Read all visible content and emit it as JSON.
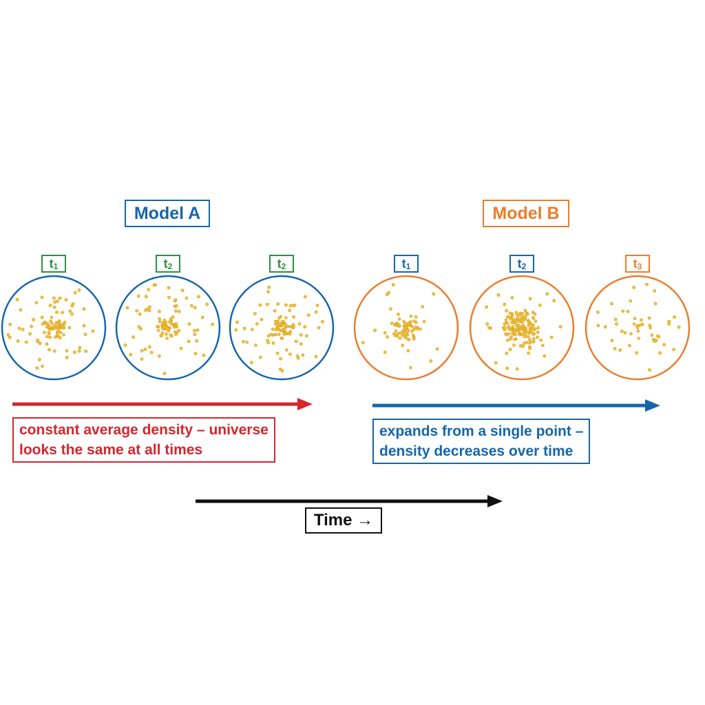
{
  "colors": {
    "model_a": "#1565ad",
    "model_b": "#ea7d2a",
    "time_label_a": "#2b8f3f",
    "galaxy": "#d9a21b",
    "caption_a": "#d6252c",
    "caption_b": "#1565ad",
    "time_axis": "#111111"
  },
  "model_a": {
    "title": "Model A",
    "panels": [
      {
        "label": "t",
        "sub": "1"
      },
      {
        "label": "t",
        "sub": "2"
      },
      {
        "label": "t",
        "sub": "2"
      }
    ],
    "caption_lines": [
      "constant average density – universe",
      "looks the same at all times"
    ]
  },
  "model_b": {
    "title": "Model B",
    "panels": [
      {
        "label": "t",
        "sub": "1"
      },
      {
        "label": "t",
        "sub": "2"
      },
      {
        "label": "t",
        "sub": "3"
      }
    ],
    "caption_lines": [
      "expands from a single point –",
      "density decreases over time"
    ]
  },
  "time_axis": {
    "label": "Time →"
  }
}
